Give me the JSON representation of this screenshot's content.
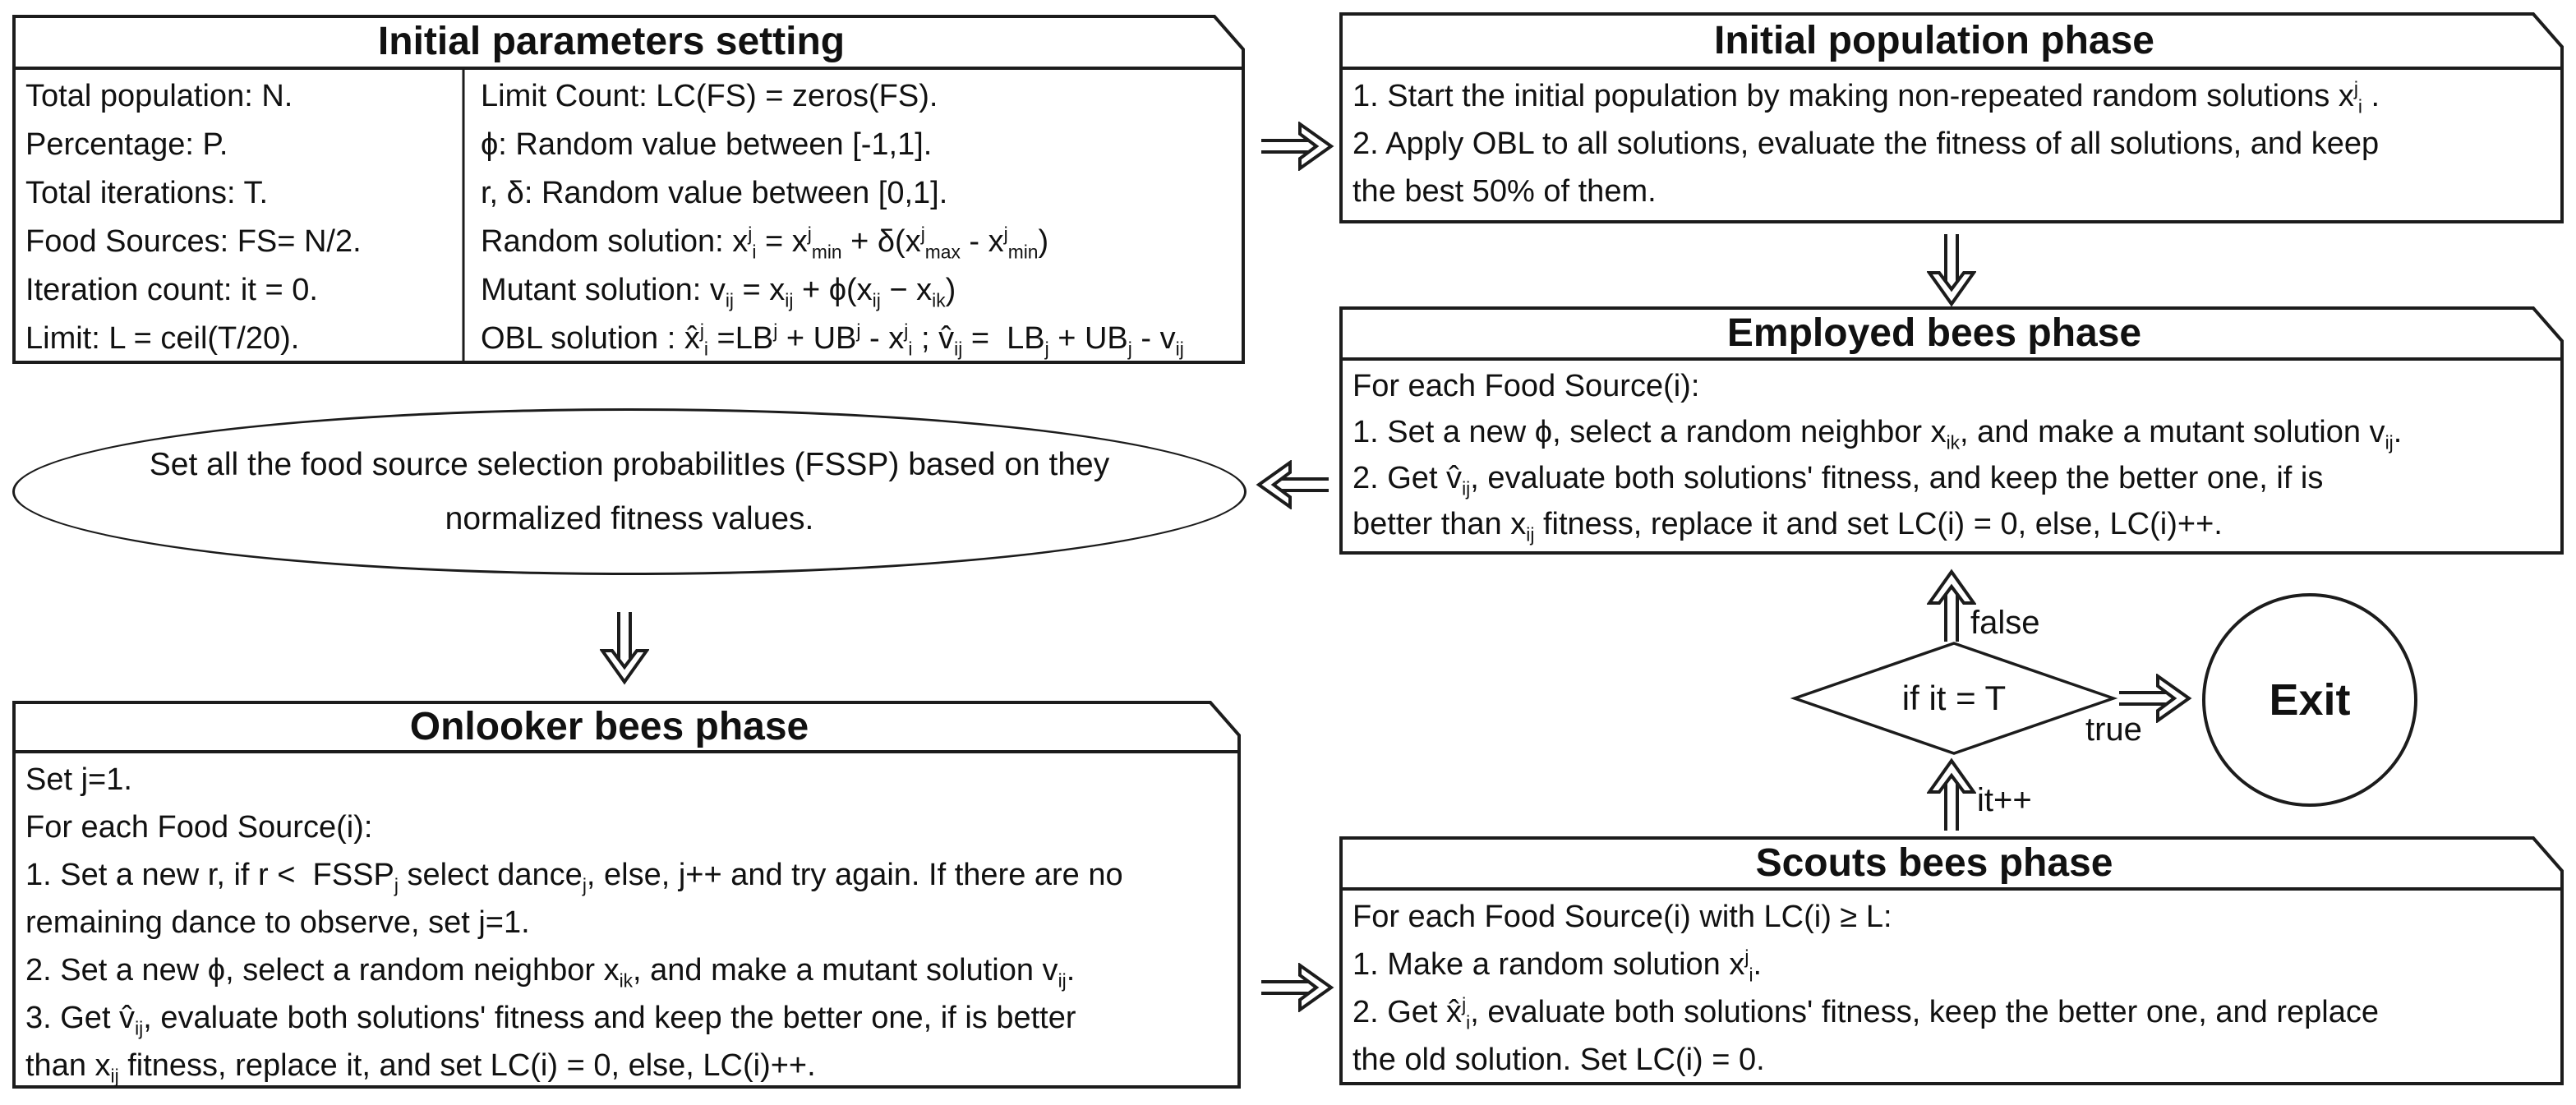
{
  "colors": {
    "line": "#1c1c1c",
    "background": "#ffffff",
    "text": "#111111"
  },
  "boxes": {
    "initial_params": {
      "title": "Initial parameters setting",
      "left_column": [
        "Total population: N.",
        "Percentage: P.",
        "Total iterations: T.",
        "Food Sources: FS= N/2.",
        "Iteration count: it = 0.",
        "Limit: L = ceil(T/20)."
      ],
      "right_column": [
        "Limit Count: LC(FS) = zeros(FS).",
        "ϕ: Random value between [-1,1].",
        "r, δ: Random value between [0,1].",
        "Random solution: x^j^~i~ = x^j^~min~ + δ(x^j^~max~ - x^j^~min~)",
        "Mutant solution: v~ij~ = x~ij~ + ϕ(x~ij~ − x~ik~)",
        "OBL solution : x̂^j^~i~ =LB^j^ + UB^j^ - x^j^~i~ ; v̂~ij~ =  LB~j~ + UB~j~ - v~ij~"
      ]
    },
    "initial_population": {
      "title": "Initial population phase",
      "lines": [
        "1. Start the initial population by making non-repeated random solutions x^j^~i~ .",
        "2. Apply OBL to all solutions, evaluate the fitness of all solutions, and keep\nthe best 50% of them."
      ]
    },
    "employed_bees": {
      "title": "Employed bees phase",
      "lines": [
        "For each Food Source(i):",
        "1. Set a new ϕ, select a random neighbor x~ik~, and make a mutant solution v~ij~.",
        "2. Get v̂~ij~, evaluate both solutions' fitness, and keep the better one, if is\nbetter than x~ij~ fitness, replace it and set LC(i) = 0, else, LC(i)++."
      ]
    },
    "onlooker_bees": {
      "title": "Onlooker bees phase",
      "lines": [
        "Set j=1.",
        "For each Food Source(i):",
        "1. Set a new r, if r <  FSSP~j~ select dance~j~, else, j++ and try again. If there are no\nremaining dance to observe, set j=1.",
        "2. Set a new ϕ, select a random neighbor x~ik~, and make a mutant solution v~ij~.",
        "3. Get v̂~ij~, evaluate both solutions' fitness and keep the better one, if is better\nthan x~ij~ fitness, replace it, and set LC(i) = 0, else, LC(i)++."
      ]
    },
    "scouts_bees": {
      "title": "Scouts bees phase",
      "lines": [
        "For each Food Source(i) with LC(i) ≥ L:",
        "1. Make a random solution x^j^~i~.",
        "2. Get x̂^j^~i~, evaluate both solutions' fitness, keep the better one, and replace\nthe old solution. Set LC(i) = 0."
      ]
    }
  },
  "ellipse": {
    "text": "Set all the food source selection probabilitIes (FSSP) based on they\nnormalized fitness values."
  },
  "decision": {
    "condition": "if it = T",
    "true_label": "true",
    "false_label": "false",
    "increment_label": "it++"
  },
  "exit": {
    "label": "Exit"
  }
}
